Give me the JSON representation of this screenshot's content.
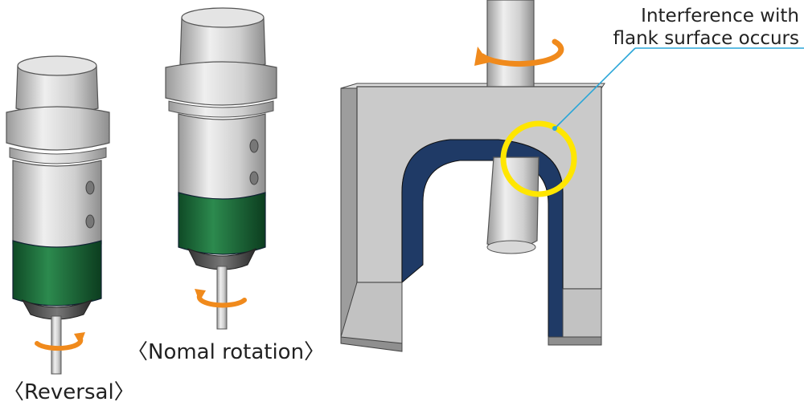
{
  "labels": {
    "reversal": "〈Reversal〉",
    "normal_rotation": "〈Nomal rotation〉",
    "interference_line1": "Interference with",
    "interference_line2": "flank surface occurs"
  },
  "colors": {
    "holder_metal": "#c8c8c8",
    "collet_green": "#1d6b3a",
    "rotation_arrow": "#f08a1c",
    "highlight_ring": "#ffe600",
    "callout_line": "#2aa6d8",
    "workpiece_face": "#c9c9c9",
    "pocket_inner": "#1f3a66"
  },
  "icons": [
    "rotation-arrow-icon",
    "highlight-ring-icon"
  ]
}
